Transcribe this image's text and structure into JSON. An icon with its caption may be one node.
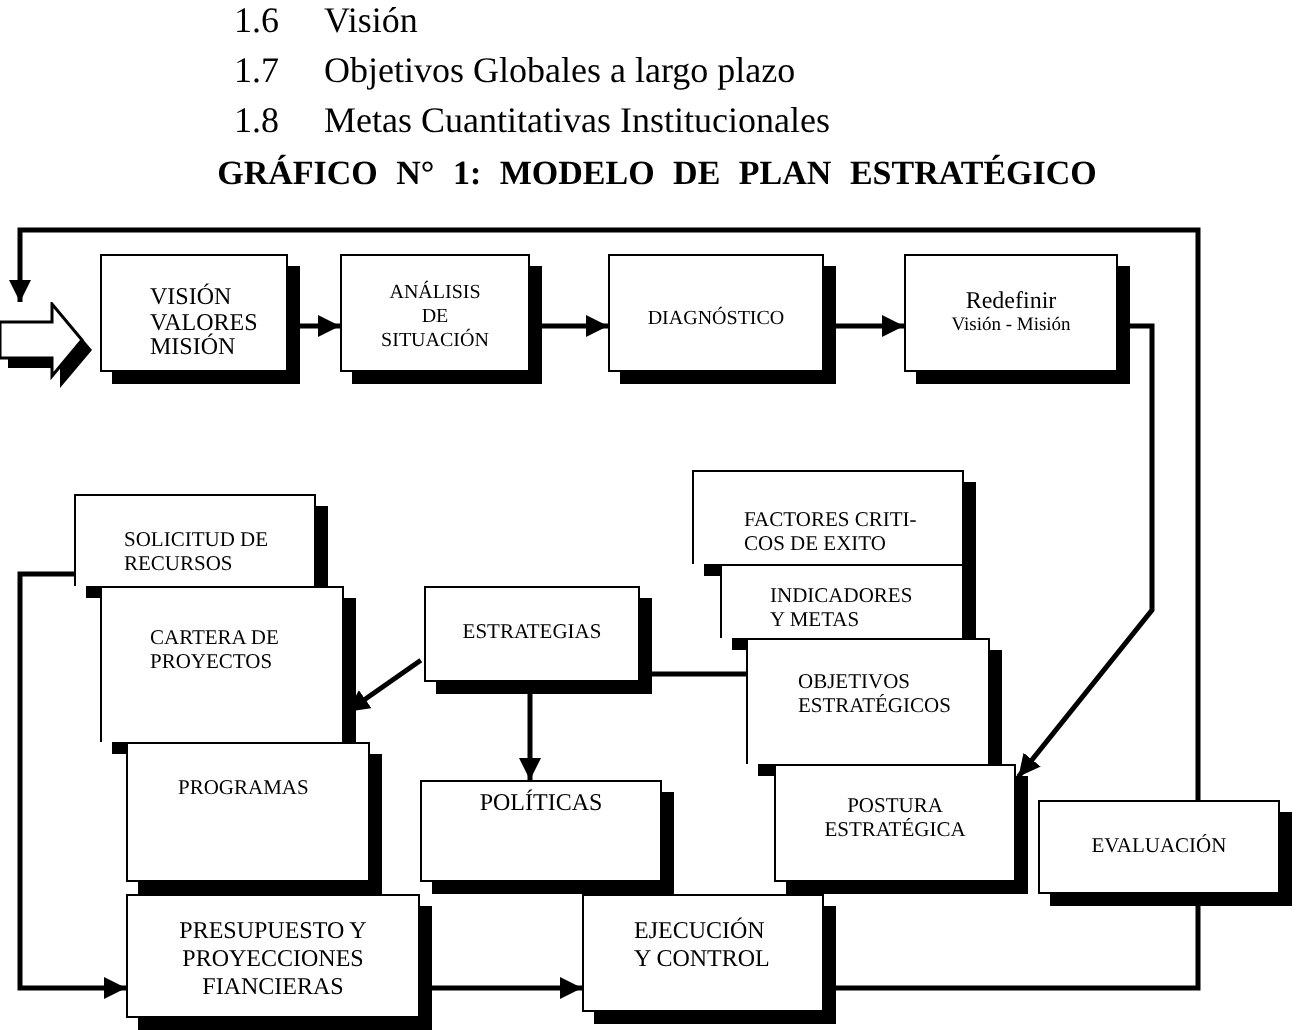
{
  "diagram": {
    "title": "GRÁFICO N° 1: MODELO DE PLAN ESTRATÉGICO",
    "nodes": [
      {
        "text": [],
        "shape": "arrow"
      },
      {
        "text": [
          "VISIÓN VALORES MISIÓN"
        ]
      },
      {
        "text": [
          "ANÁLISIS DE SITUACIÓN"
        ]
      },
      {
        "text": [
          "DIAGNÓSTICO"
        ]
      },
      {
        "text": [
          "Redefinir",
          "Visión - Misión"
        ]
      },
      {
        "text": [
          "SOLICITUD DE RECURSOS"
        ]
      },
      {
        "text": [
          "FACTORES CRITI- COS DE EXITO"
        ]
      },
      {
        "text": [
          "CARTERA DE PROYECTOS"
        ]
      },
      {
        "text": [
          "ESTRATEGIAS"
        ]
      },
      {
        "text": [
          "INDICADORES Y METAS"
        ]
      },
      {
        "text": [
          "OBJETIVOS ESTRATÉGICOS"
        ]
      },
      {
        "text": [
          "PROGRAMAS"
        ]
      },
      {
        "text": [
          "POLÍTICAS"
        ]
      },
      {
        "text": [
          "POSTURA ESTRATÉGICA"
        ]
      },
      {
        "text": [
          "EVALUACIÓN"
        ]
      },
      {
        "text": [
          "PRESUPUESTO Y PROYECCIONES FIANCIERAS"
        ]
      },
      {
        "text": [
          "EJECUCIÓN Y CONTROL"
        ]
      }
    ],
    "edges": [
      {
        "from": 1,
        "to": 2,
        "arrow": "to"
      },
      {
        "from": 2,
        "to": 3,
        "arrow": "to"
      },
      {
        "from": 3,
        "to": 4,
        "arrow": "to"
      },
      {
        "from": 4,
        "to": 13,
        "arrow": "to"
      },
      {
        "from": 10,
        "to": 8,
        "arrow": "none"
      },
      {
        "from": 8,
        "to": 12,
        "arrow": "to"
      },
      {
        "from": 8,
        "to": 7,
        "arrow": "to"
      },
      {
        "from": 5,
        "to": 15,
        "arrow": "to"
      },
      {
        "from": 15,
        "to": 16,
        "arrow": "to"
      },
      {
        "from": 16,
        "to": 14,
        "arrow": "none"
      },
      {
        "from": 14,
        "to": 0,
        "arrow": "to"
      }
    ],
    "labels": [
      "1.6",
      "Visión",
      "1.7",
      "Objetivos Globales a largo plazo",
      "1.8",
      "Metas Cuantitativas Institucionales"
    ]
  }
}
